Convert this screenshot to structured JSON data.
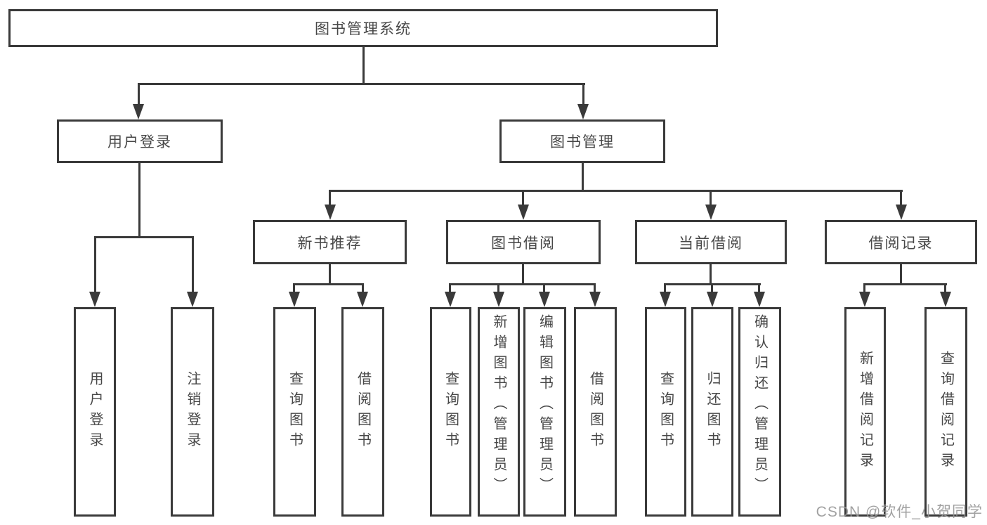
{
  "diagram": {
    "root": {
      "label": "图书管理系统"
    },
    "level2": [
      {
        "label": "用户登录"
      },
      {
        "label": "图书管理"
      }
    ],
    "level3": [
      {
        "label": "新书推荐"
      },
      {
        "label": "图书借阅"
      },
      {
        "label": "当前借阅"
      },
      {
        "label": "借阅记录"
      }
    ],
    "leaves": [
      {
        "label": "用户登录"
      },
      {
        "label": "注销登录"
      },
      {
        "label": "查询图书"
      },
      {
        "label": "借阅图书"
      },
      {
        "label": "查询图书"
      },
      {
        "label": "新增图书（管理员）"
      },
      {
        "label": "编辑图书（管理员）"
      },
      {
        "label": "借阅图书"
      },
      {
        "label": "查询图书"
      },
      {
        "label": "归还图书"
      },
      {
        "label": "确认归还（管理员）"
      },
      {
        "label": "新增借阅记录"
      },
      {
        "label": "查询借阅记录"
      }
    ]
  },
  "watermark": {
    "text": "CSDN @软件_小贺同学"
  },
  "colors": {
    "line": "#3a3a3a",
    "text": "#474747",
    "background": "#ffffff",
    "watermark": "#949494"
  }
}
